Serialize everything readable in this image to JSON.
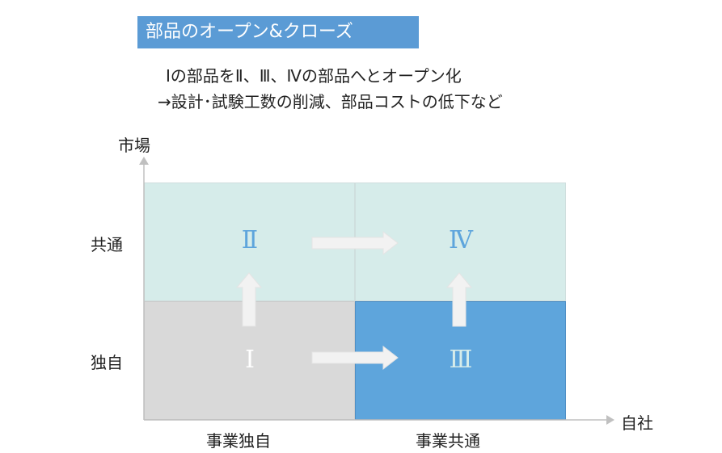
{
  "title": "部品のオープン&クローズ",
  "description": {
    "line1": "Ⅰの部品をⅡ、Ⅲ、Ⅳの部品へとオープン化",
    "line2": "→設計･試験工数の削減、部品コストの低下など"
  },
  "axes": {
    "y_title": "市場",
    "y_top": "共通",
    "y_bottom": "独自",
    "x_title": "自社",
    "x_left": "事業独自",
    "x_right": "事業共通"
  },
  "quadrants": {
    "q1": {
      "numeral": "Ⅰ",
      "color": "#d9d9d9"
    },
    "q2": {
      "numeral": "Ⅱ",
      "color": "#d6ecea"
    },
    "q3": {
      "numeral": "Ⅲ",
      "color": "#5ea5dc"
    },
    "q4": {
      "numeral": "Ⅳ",
      "color": "#d6ecea"
    }
  },
  "colors": {
    "title_bg": "#5b9bd5",
    "arrow": "#f2f2f2",
    "axis": "#c0c0c0"
  }
}
